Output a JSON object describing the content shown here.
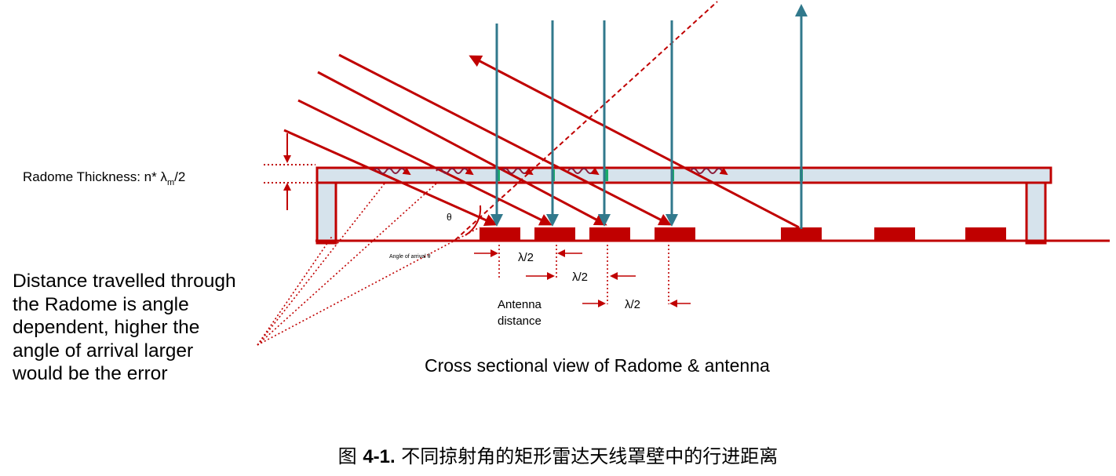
{
  "diagram": {
    "radome_label_prefix": "Radome Thickness: n* λ",
    "radome_label_sub": "m",
    "radome_label_suffix": "/2",
    "theta_symbol": "θ",
    "angle_of_arrival_label": "Angle of arrival θ",
    "half_wavelength_labels": [
      "λ/2",
      "λ/2",
      "λ/2"
    ],
    "antenna_distance_line1": "Antenna",
    "antenna_distance_line2": "distance",
    "cross_section_title": "Cross sectional view of Radome & antenna",
    "note_text": "Distance travelled through the Radome is angle dependent, higher the angle of arrival larger would be the error",
    "colors": {
      "red": "#c00000",
      "teal": "#31798c",
      "radome_fill": "#d6e3ec",
      "green_mark": "#1aab6a"
    }
  },
  "caption": {
    "prefix": "图 ",
    "number": "4-1.",
    "text": " 不同掠射角的矩形雷达天线罩壁中的行进距离"
  }
}
